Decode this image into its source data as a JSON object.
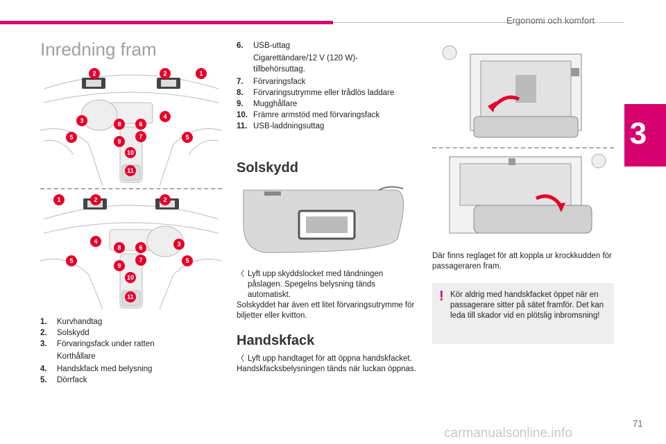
{
  "header": {
    "chapter_title": "Ergonomi och komfort",
    "chapter_number": "3"
  },
  "page_title": "Inredning fram",
  "callouts": [
    "1",
    "2",
    "2",
    "3",
    "4",
    "5",
    "5",
    "6",
    "7",
    "8",
    "9",
    "10",
    "11"
  ],
  "legend_left": [
    {
      "num": "1.",
      "text": "Kurvhandtag"
    },
    {
      "num": "2.",
      "text": "Solskydd"
    },
    {
      "num": "3.",
      "text": "Förvaringsfack under ratten",
      "sub": "Korthållare"
    },
    {
      "num": "4.",
      "text": "Handskfack med belysning"
    },
    {
      "num": "5.",
      "text": "Dörrfack"
    }
  ],
  "legend_right": [
    {
      "num": "6.",
      "text": "USB-uttag",
      "sub": "Cigarettändare/12 V (120 W)-tillbehörsuttag."
    },
    {
      "num": "7.",
      "text": "Förvaringsfack"
    },
    {
      "num": "8.",
      "text": "Förvaringsutrymme eller trådlös laddare"
    },
    {
      "num": "9.",
      "text": "Mugghållare"
    },
    {
      "num": "10.",
      "text": "Främre armstöd med förvaringsfack"
    },
    {
      "num": "11.",
      "text": "USB-laddningsuttag"
    }
  ],
  "solskydd": {
    "heading": "Solskydd",
    "bullet": "Lyft upp skyddslocket med tändningen påslagen. Spegelns belysning tänds automatiskt.",
    "note": "Solskyddet har även ett litet förvaringsutrymme för biljetter eller kvitton."
  },
  "handskfack": {
    "heading": "Handskfack",
    "bullet": "Lyft upp handtaget för att öppna handskfacket.",
    "note": "Handskfacksbelysningen tänds när luckan öppnas."
  },
  "airbag_note": "Där finns reglaget för att koppla ur krockkudden för passageraren fram.",
  "warning": {
    "icon": "!",
    "text": "Kör aldrig med handskfacket öppet när en passagerare sitter på sätet framför. Det kan leda till skador vid en plötslig inbromsning!"
  },
  "bullet_icon": "",
  "page_number": "71",
  "watermark": "carmanualsonline.info",
  "colors": {
    "accent": "#d6006e",
    "callout": "#e4002b",
    "warning_bg": "#eeeeee"
  }
}
